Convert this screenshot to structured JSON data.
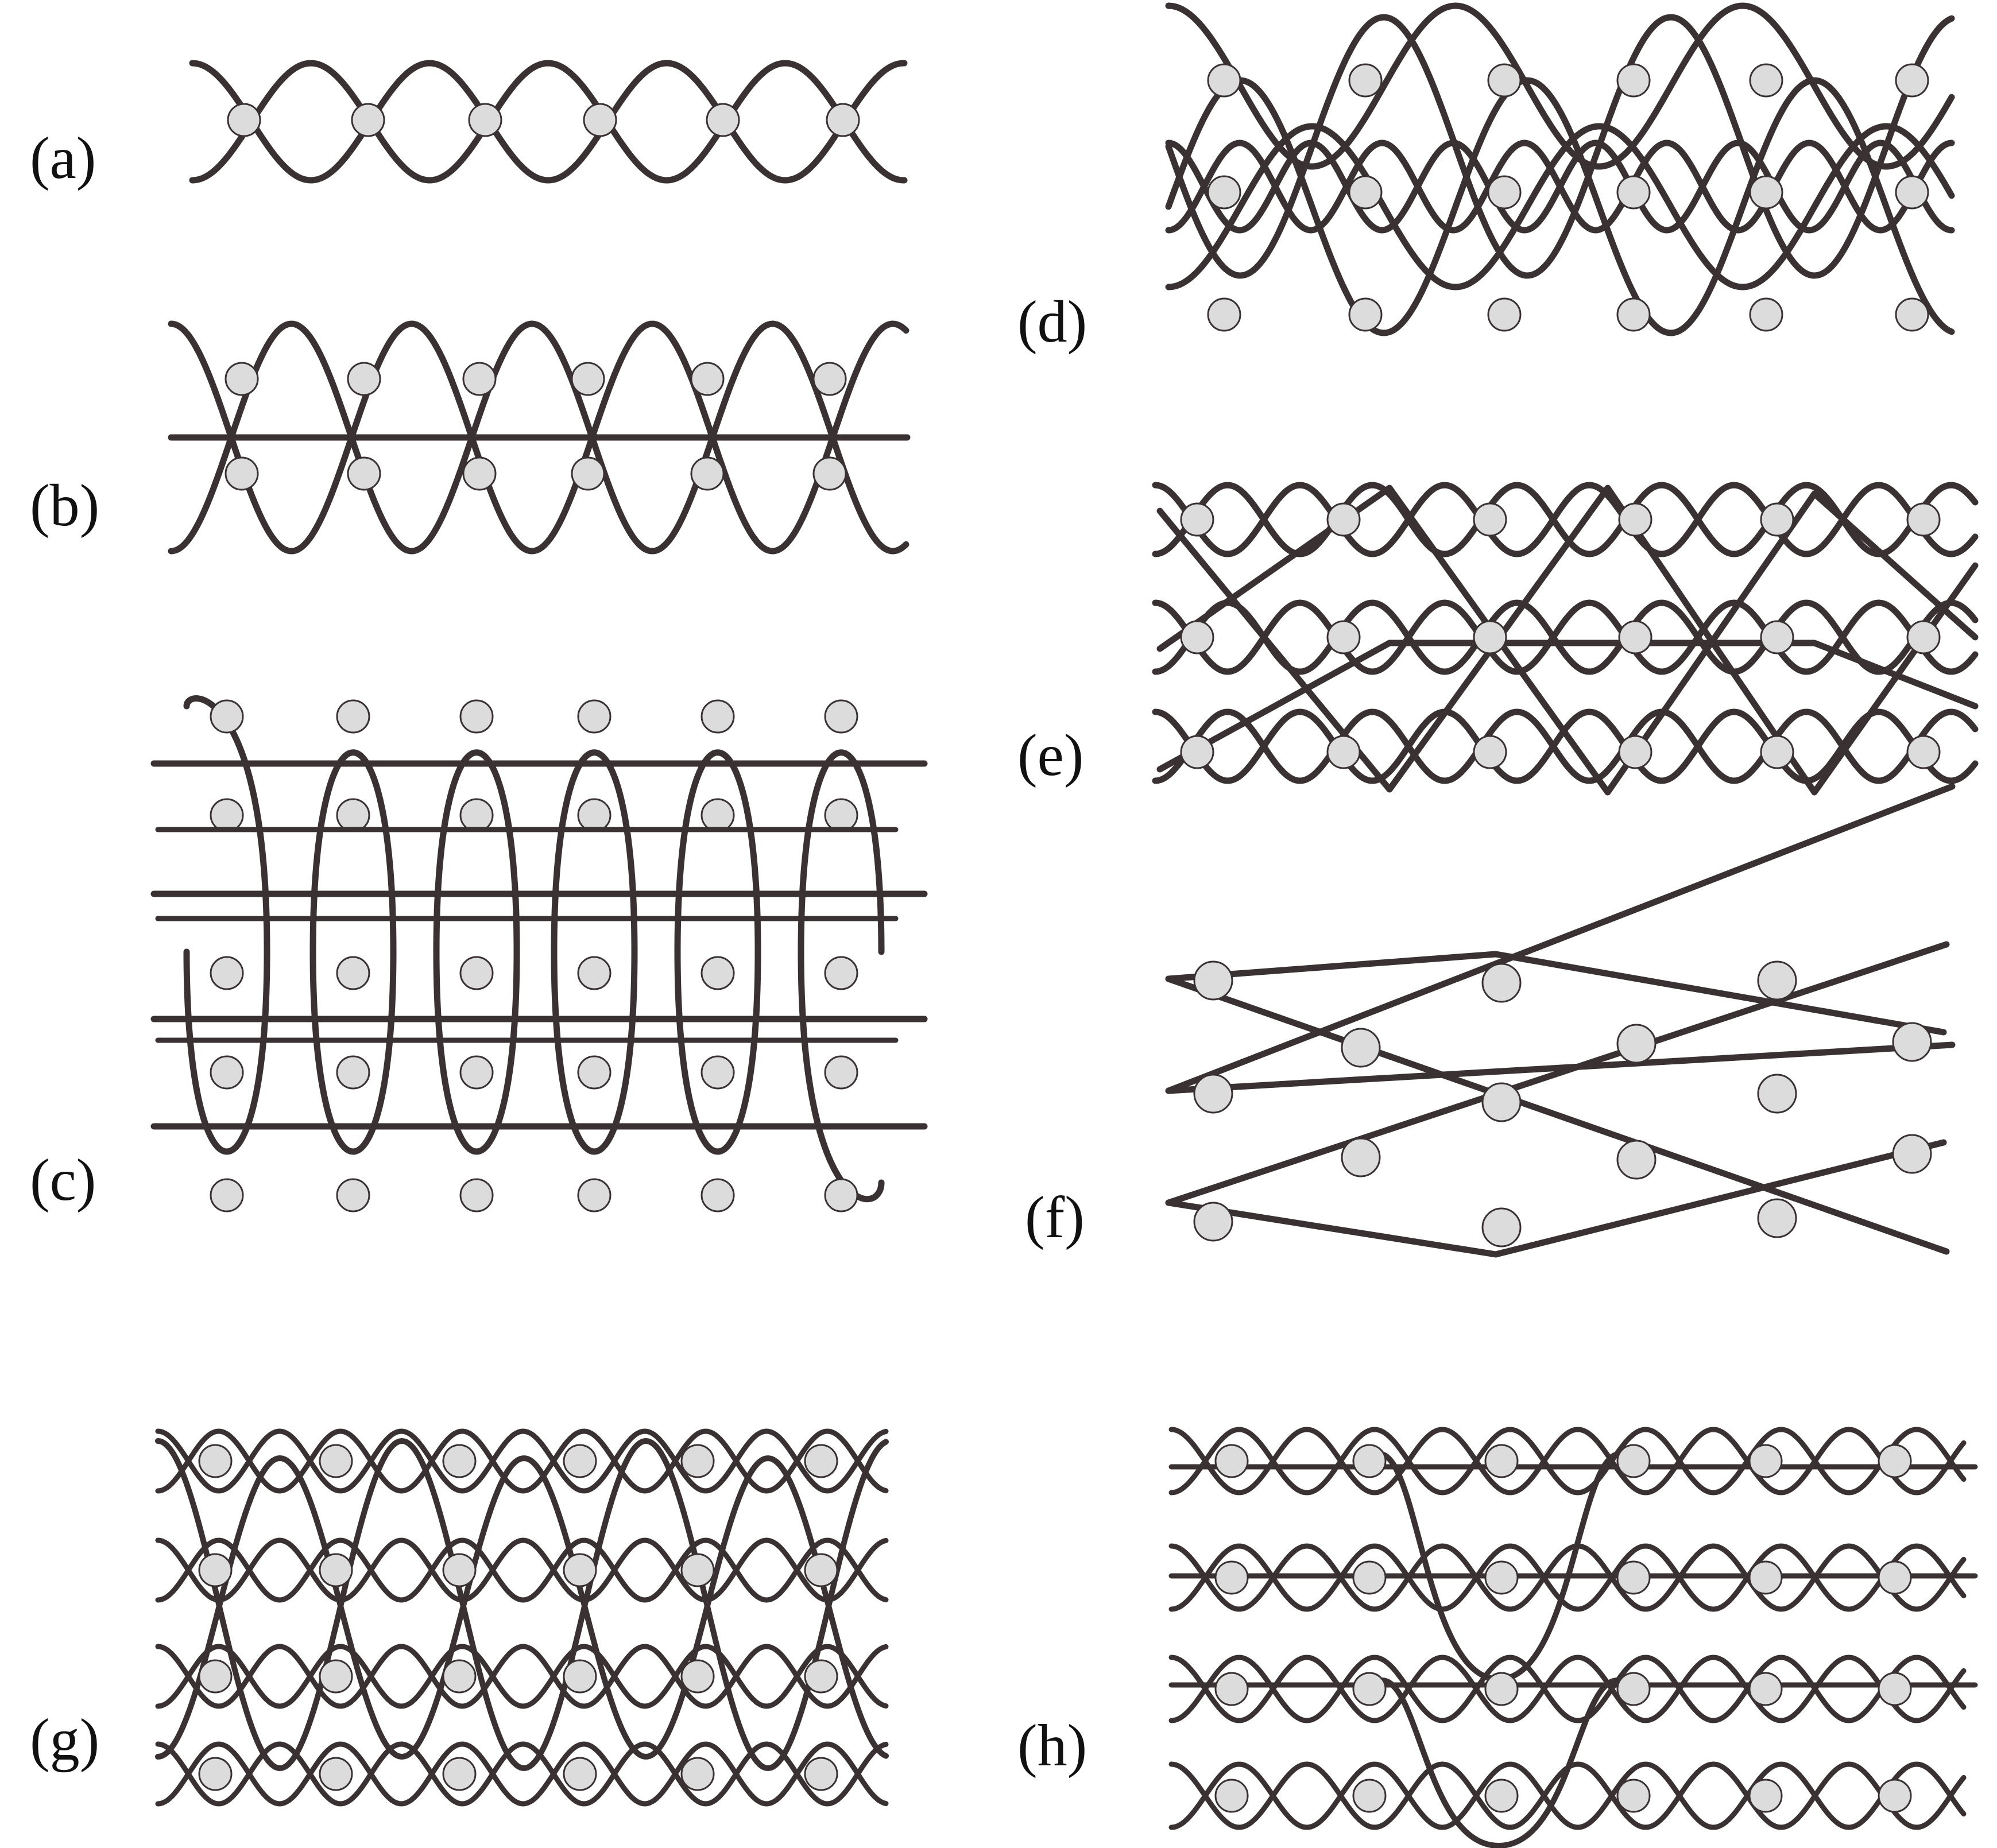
{
  "panels": [
    {
      "id": "a",
      "label": "(a)"
    },
    {
      "id": "b",
      "label": "(b)"
    },
    {
      "id": "c",
      "label": "(c)"
    },
    {
      "id": "d",
      "label": "(d)"
    },
    {
      "id": "e",
      "label": "(e)"
    },
    {
      "id": "f",
      "label": "(f)"
    },
    {
      "id": "g",
      "label": "(g)"
    },
    {
      "id": "h",
      "label": "(h)"
    }
  ],
  "colors": {
    "strand": "#3a3232",
    "fiber_fill": "#dcdcdc",
    "fiber_stroke": "#3a3232",
    "label": "#111111"
  }
}
